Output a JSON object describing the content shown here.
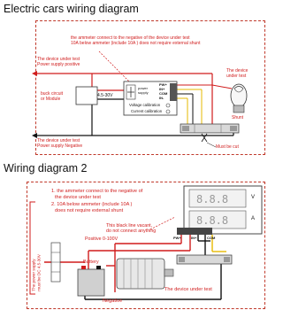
{
  "diagram1": {
    "title": "Electric cars wiring diagram",
    "note_line1": "the ammeter connect to the negative of the device under test",
    "note_line2": "10A below ammeter (include 10A ) does not require external shunt",
    "power_positive_line1": "The device under test",
    "power_positive_line2": "Power supply positive",
    "buck_line1": "buck circuit",
    "buck_line2": "or Module",
    "voltage_range": "4.5-30V",
    "power_supply_line1": "power",
    "power_supply_line2": "supply",
    "pin_pwr": "PW+",
    "pin_inv": "IN+",
    "pin_com": "COM",
    "pin_ain": "IN-",
    "voltage_calibration": "Voltage calibration",
    "current_calibration": "Current calibration",
    "load_line1": "The device",
    "load_line2": "under test",
    "shunt": "Shunt",
    "must_be_cut": "Must be cut",
    "power_negative_line1": "The device under test",
    "power_negative_line2": "Power supply Negative"
  },
  "diagram2": {
    "title": "Wiring diagram 2",
    "note_line1": "1. the ammeter connect to the negative of",
    "note_line2": "the device under test",
    "note_line3": "2. 10A below ammeter (include 10A )",
    "note_line4": "does not require external shunt",
    "vertical_note_line1": "The power supply",
    "vertical_note_line2": "must be DC 4.5-30V",
    "vacant_line1": "This black line vacant,",
    "vacant_line2": "do not connect anything",
    "positive": "Positive 0-100V",
    "battery": "Battery",
    "negative": "Negative",
    "load": "The device under test",
    "unit_v": "V",
    "unit_a": "A",
    "pin_labels": [
      "PW+",
      "IN+",
      "COM"
    ]
  },
  "colors": {
    "accent": "#d01c1c",
    "wire_black": "#111111",
    "wire_yellow": "#e6b800",
    "border": "#c0392b"
  }
}
